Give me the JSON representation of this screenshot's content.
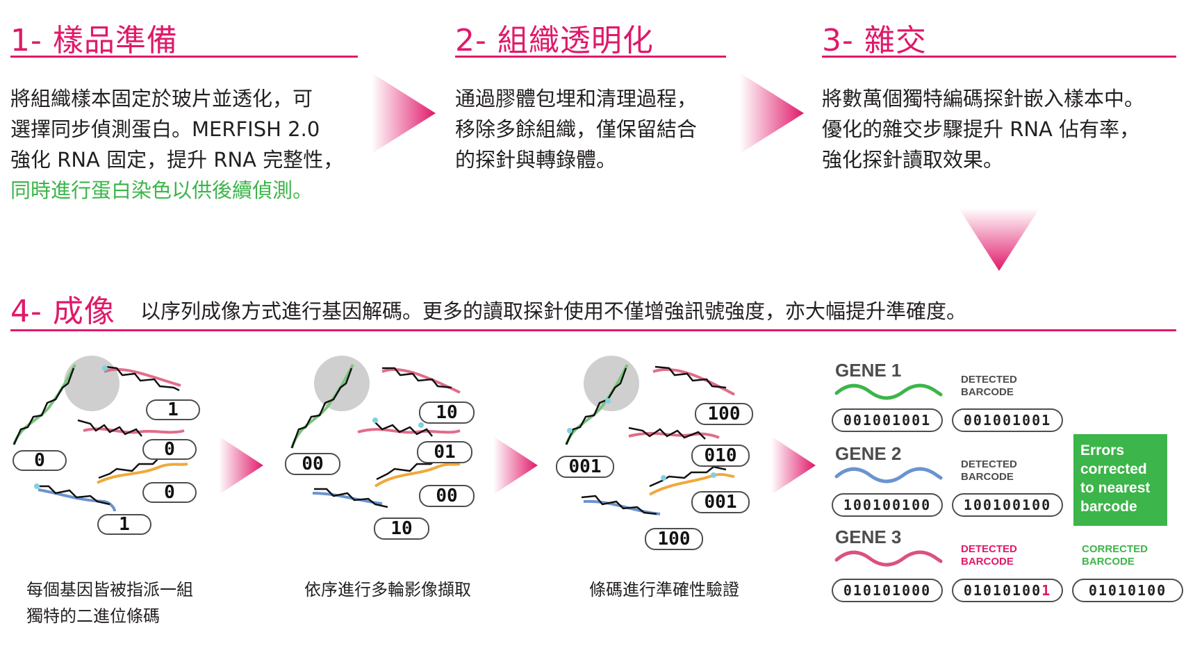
{
  "steps": [
    {
      "title": "1- 樣品準備",
      "lines": [
        "將組織樣本固定於玻片並透化，可",
        "選擇同步偵測蛋白。MERFISH 2.0",
        "強化 RNA 固定，提升 RNA 完整性，"
      ],
      "green_line": "同時進行蛋白染色以供後續偵測。"
    },
    {
      "title": "2- 組織透明化",
      "lines": [
        "通過膠體包埋和清理過程，",
        "移除多餘組織，僅保留結合",
        "的探針與轉錄體。"
      ]
    },
    {
      "title": "3- 雜交",
      "lines": [
        "將數萬個獨特編碼探針嵌入樣本中。",
        "優化的雜交步驟提升 RNA 佔有率，",
        "強化探針讀取效果。"
      ]
    }
  ],
  "step4": {
    "title": "4- 成像",
    "description": "以序列成像方式進行基因解碼。更多的讀取探針使用不僅增強訊號強度，亦大幅提升準確度。"
  },
  "panels": [
    {
      "caption_lines": [
        "每個基因皆被指派一組",
        "獨特的二進位條碼"
      ],
      "labels": [
        "1",
        "0",
        "0",
        "0",
        "1"
      ]
    },
    {
      "caption_lines": [
        "依序進行多輪影像擷取"
      ],
      "labels": [
        "10",
        "01",
        "00",
        "00",
        "10"
      ]
    },
    {
      "caption_lines": [
        "條碼進行準確性驗證"
      ],
      "labels": [
        "100",
        "010",
        "001",
        "001",
        "100"
      ]
    }
  ],
  "barcodes": {
    "detected_label": [
      "DETECTED",
      "BARCODE"
    ],
    "corrected_label": [
      "CORRECTED",
      "BARCODE"
    ],
    "error_box": [
      "Errors",
      "corrected",
      "to nearest",
      "barcode"
    ],
    "genes": [
      {
        "name": "GENE 1",
        "code": "001001001",
        "detected": "001001001",
        "color": "#3cb54a"
      },
      {
        "name": "GENE 2",
        "code": "100100100",
        "detected": "100100100",
        "color": "#6b93cf"
      },
      {
        "name": "GENE 3",
        "code": "010101000",
        "detected_prefix": "01010100",
        "detected_error_bit": "1",
        "corrected": "01010100",
        "color": "#d9537d"
      }
    ]
  },
  "colors": {
    "accent": "#e0196a",
    "green": "#3cb54a",
    "red_rna": "#e06d8a",
    "orange_rna": "#f0a93b",
    "blue_rna": "#6b93cf",
    "dot": "#7fd1de"
  }
}
